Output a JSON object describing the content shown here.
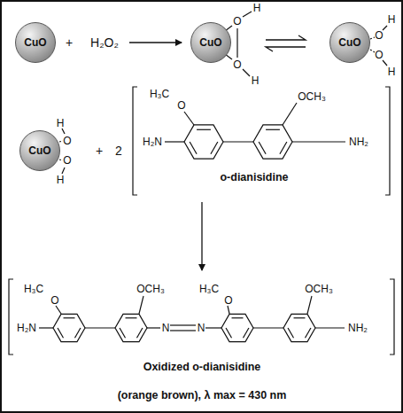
{
  "diagram": {
    "nodes": [
      {
        "text": [
          "CuO"
        ]
      },
      {
        "text": [
          "CuO"
        ]
      },
      {
        "text": [
          "CuO"
        ]
      },
      {
        "text": [
          "CuO"
        ]
      }
    ],
    "labels": [
      "+",
      "H₂O₂",
      "O",
      "H",
      "O",
      "H",
      "O",
      "H",
      "O",
      "H",
      "H",
      "O",
      "O",
      "H",
      "+",
      "2",
      "H₃C",
      "O",
      "OCH₃",
      "H₂N",
      "NH₂",
      "o-dianisidine",
      "H₃C",
      "O",
      "OCH₃",
      "H₃C",
      "O",
      "OCH₃",
      "H₂N",
      "N",
      "N",
      "NH₂",
      "Oxidized o-dianisidine",
      "(orange brown), λ max = 430 nm"
    ]
  }
}
